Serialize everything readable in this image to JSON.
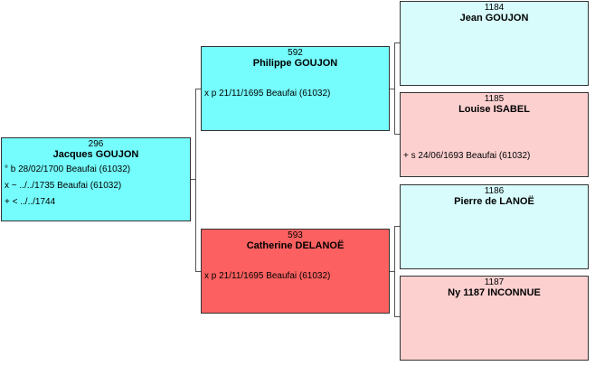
{
  "colors": {
    "male": "#75fcfc",
    "male_light": "#d8fcfc",
    "female": "#fd6060",
    "female_light": "#fdd0d0"
  },
  "p296": {
    "num": "296",
    "name": "Jacques GOUJON",
    "birth": "° b 28/02/1700 Beaufai (61032)",
    "marriage": "x ~ ../../1735 Beaufai (61032)",
    "death": "+ < ../../1744"
  },
  "p592": {
    "num": "592",
    "name": "Philippe GOUJON",
    "marriage": "x p 21/11/1695 Beaufai (61032)"
  },
  "p593": {
    "num": "593",
    "name": "Catherine DELANOË",
    "marriage": "x p 21/11/1695 Beaufai (61032)"
  },
  "p1184": {
    "num": "1184",
    "name": "Jean GOUJON"
  },
  "p1185": {
    "num": "1185",
    "name": "Louise ISABEL",
    "burial": "+ s 24/06/1693 Beaufai (61032)"
  },
  "p1186": {
    "num": "1186",
    "name": "Pierre de LANOË"
  },
  "p1187": {
    "num": "1187",
    "name": "Ny 1187 INCONNUE"
  }
}
